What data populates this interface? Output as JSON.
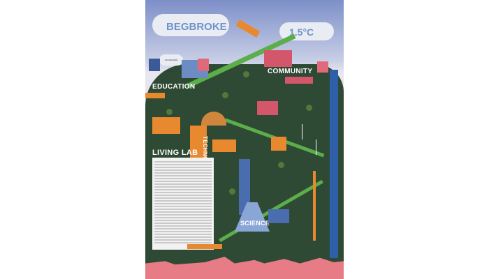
{
  "poster": {
    "title": "BEGBROKE",
    "temperature": "1.5°C",
    "thought_bubble": "AN AMAZING THOUGHT?",
    "sections": {
      "community": "COMMUNITY",
      "education": "EDUCATION",
      "technology": "TECHNOLOGY",
      "living_lab": "LIVING LAB",
      "science": "SCIENCE"
    },
    "colors": {
      "sky": "#7c8fc8",
      "hill": "#2e4a34",
      "path": "#5cae4a",
      "skyline": "#e77b86",
      "river": "#2f5fa8",
      "accent": "#e8892f"
    }
  }
}
